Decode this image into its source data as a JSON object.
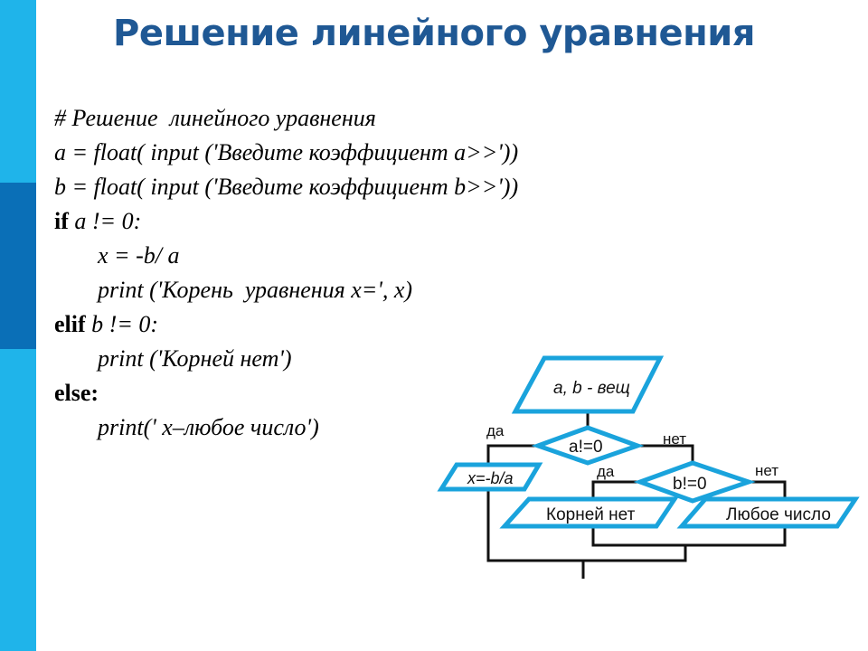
{
  "title": "Решение линейного уравнения",
  "code": {
    "comment": "# Решение  линейного уравнения",
    "line_a": "a = float( input ('Введите коэффициент a>>'))",
    "line_b": "b = float( input ('Введите коэффициент b>>'))",
    "kw_if": "if",
    "cond_if": " a != 0:",
    "line_x": "x = -b/ a",
    "line_print_root": "print ('Корень  уравнения x=', x)",
    "kw_elif": "elif",
    "cond_elif": " b != 0:",
    "line_print_none": "print ('Корней нет')",
    "kw_else": "else:",
    "line_print_any": "print(' x–любое число')"
  },
  "flowchart": {
    "input_label": "a, b - вещ",
    "decision1_label": "a!=0",
    "decision1_yes": "да",
    "decision1_no": "нет",
    "assign_label": "x=-b/a",
    "decision2_label": "b!=0",
    "decision2_yes": "да",
    "decision2_no": "нет",
    "output_none_label": "Корней нет",
    "output_any_label": "Любое число",
    "stroke_color": "#1aa3dc"
  },
  "colors": {
    "title": "#1f5894",
    "sidebar_light": "#1fb4ea",
    "sidebar_dark": "#0a6fb7"
  }
}
